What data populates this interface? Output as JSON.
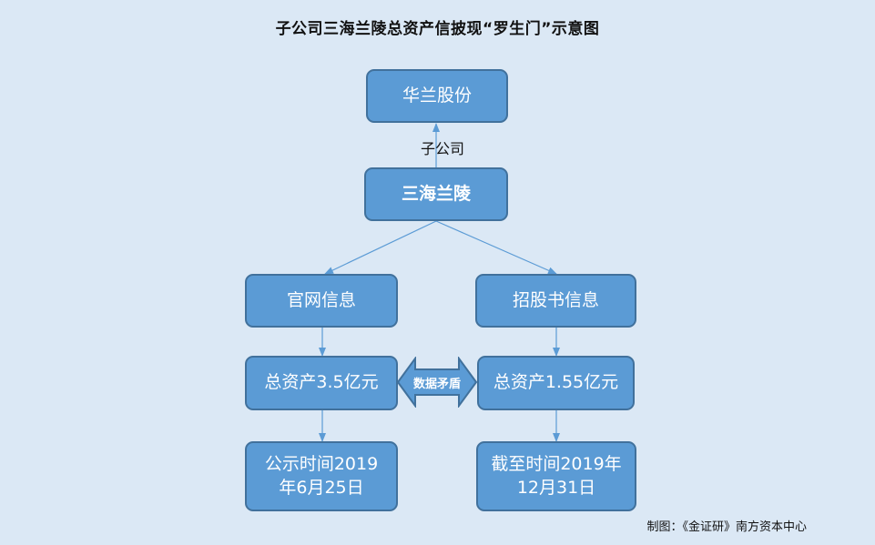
{
  "diagram": {
    "title": "子公司三海兰陵总资产信披现“罗生门”示意图",
    "nodes": {
      "parent": "华兰股份",
      "subsidiary": "三海兰陵",
      "website": "官网信息",
      "prospectus": "招股书信息",
      "assets_website": "总资产3.5亿元",
      "assets_prospectus": "总资产1.55亿元",
      "date_website": "公示时间2019\n年6月25日",
      "date_prospectus": "截至时间2019年\n12月31日"
    },
    "edge_label": "子公司",
    "conflict_label": "数据矛盾",
    "source": "制图：《金证研》南方资本中心"
  },
  "colors": {
    "background": "#dbe8f5",
    "node_fill": "#5b9bd5",
    "node_border": "#41719c",
    "connector": "#5b9bd5"
  }
}
